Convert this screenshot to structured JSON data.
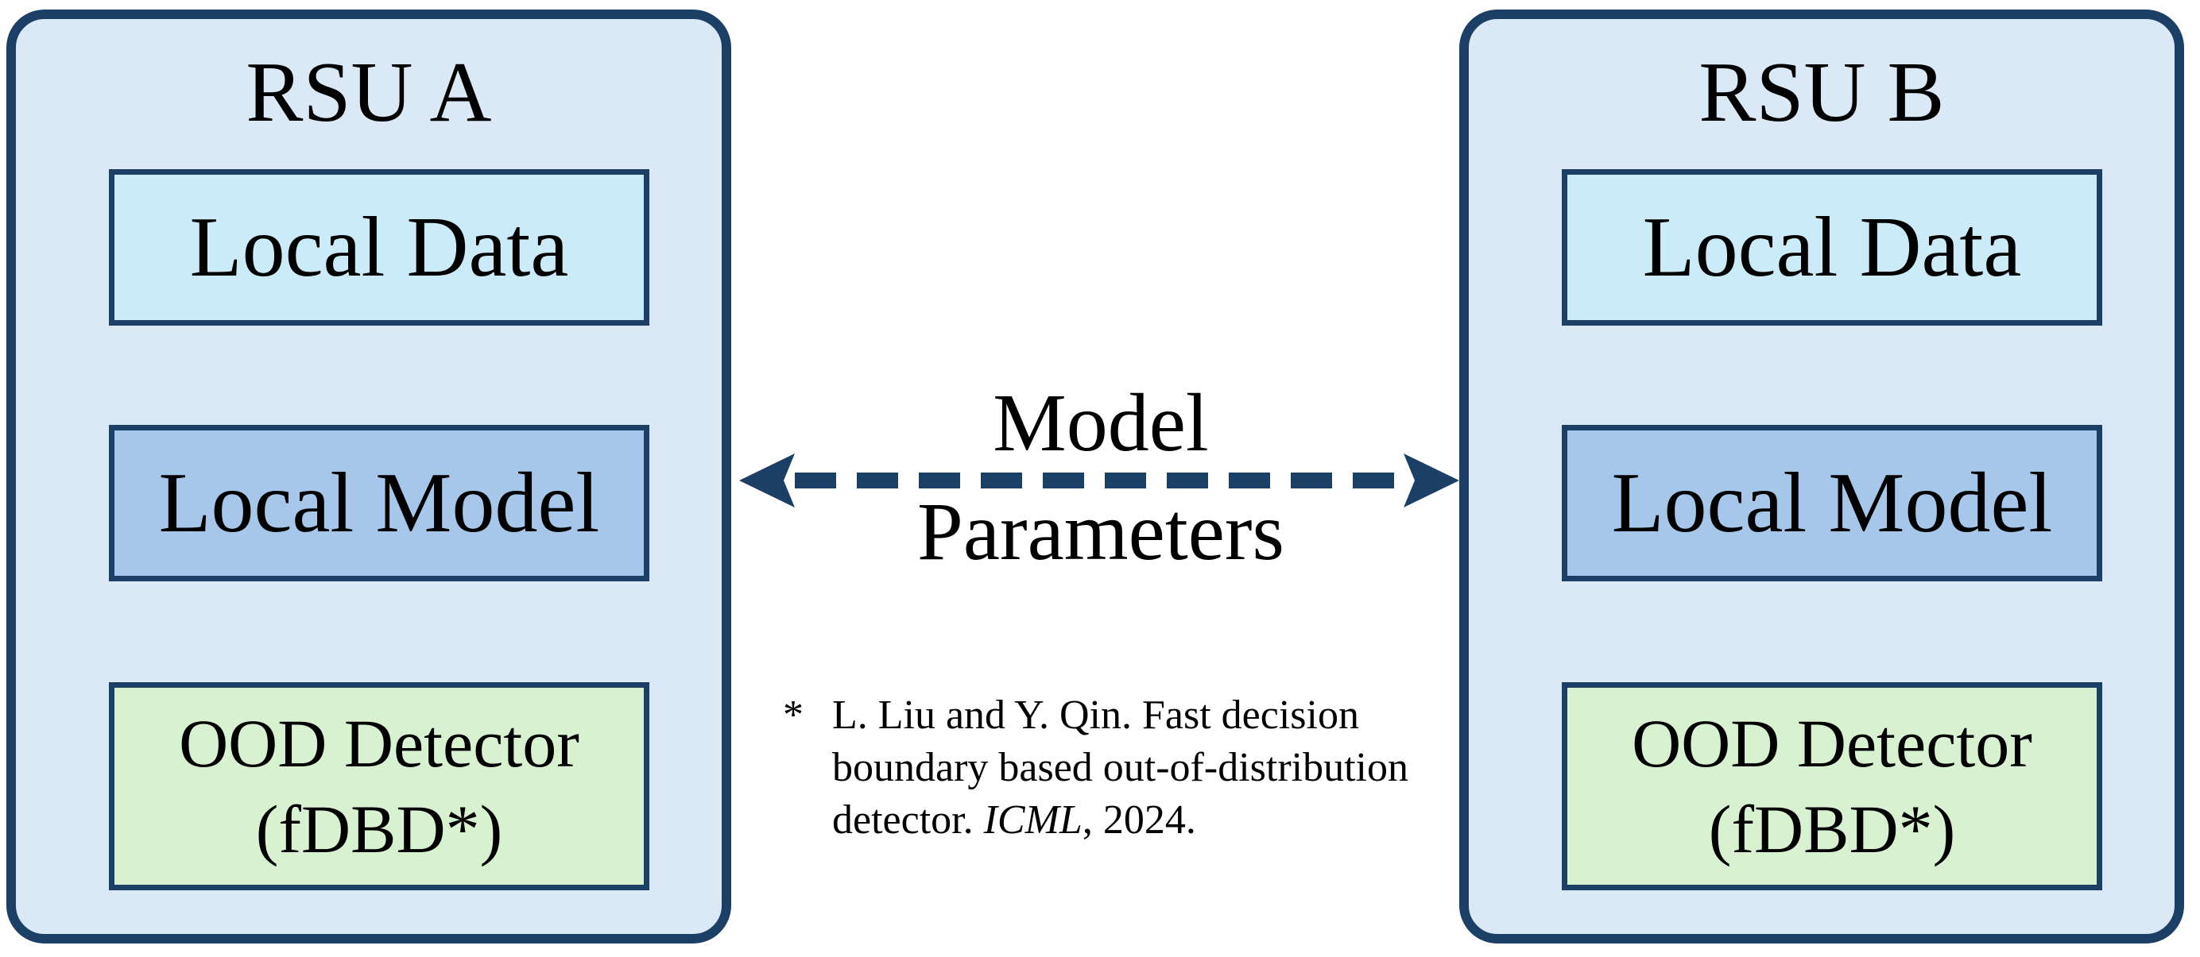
{
  "diagram": {
    "left_panel": {
      "title": "RSU A",
      "local_data": "Local Data",
      "local_model": "Local Model",
      "ood_line1": "OOD Detector",
      "ood_line2": "(fDBD*)"
    },
    "right_panel": {
      "title": "RSU B",
      "local_data": "Local Data",
      "local_model": "Local Model",
      "ood_line1": "OOD Detector",
      "ood_line2": "(fDBD*)"
    },
    "link": {
      "label_line1": "Model",
      "label_line2": "Parameters",
      "style": "dashed",
      "direction": "bidirectional"
    },
    "footnote": {
      "marker": "*",
      "text_before": "L. Liu and Y. Qin. Fast decision boundary based out-of-distribution detector. ",
      "venue": "ICML",
      "text_after": ", 2024."
    }
  },
  "colors": {
    "border": "#1c3f66",
    "panel_fill": "#dbe8f6",
    "local_data_fill": "#ccebf9",
    "local_model_fill": "#a6c7ea",
    "ood_fill": "#d8f1d0",
    "arrow": "#1c3f66"
  }
}
